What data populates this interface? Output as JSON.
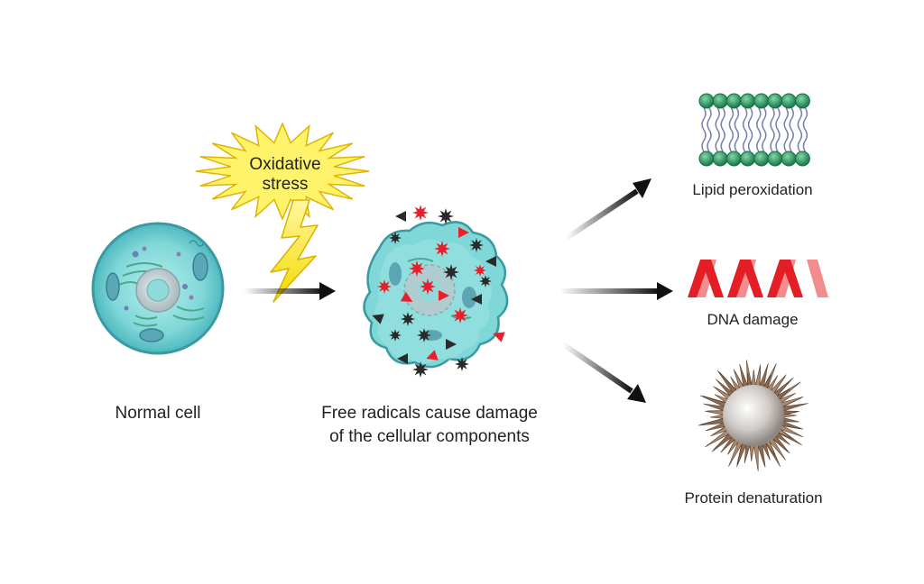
{
  "burst": {
    "line1": "Oxidative",
    "line2": "stress"
  },
  "normal_cell": {
    "label": "Normal cell"
  },
  "damaged_cell": {
    "line1": "Free radicals cause damage",
    "line2": "of the cellular components"
  },
  "outcomes": {
    "lipid": "Lipid peroxidation",
    "dna": "DNA damage",
    "protein": "Protein denaturation"
  },
  "colors": {
    "cell_fill": "#6fcfcf",
    "cell_stroke": "#3a9aa4",
    "nucleus": "#b8c9cc",
    "burst_fill": "#fff36a",
    "burst_stroke": "#e0b400",
    "radical_red": "#e8202a",
    "radical_black": "#2a2a2a",
    "lipid_head": "#2f9e6a",
    "dna_red": "#e31e24",
    "protein_fiber": "#8a6a50",
    "arrow": "#111111"
  },
  "icons": [
    "lightning-bolt-icon",
    "arrow-icon",
    "free-radical-icon"
  ]
}
